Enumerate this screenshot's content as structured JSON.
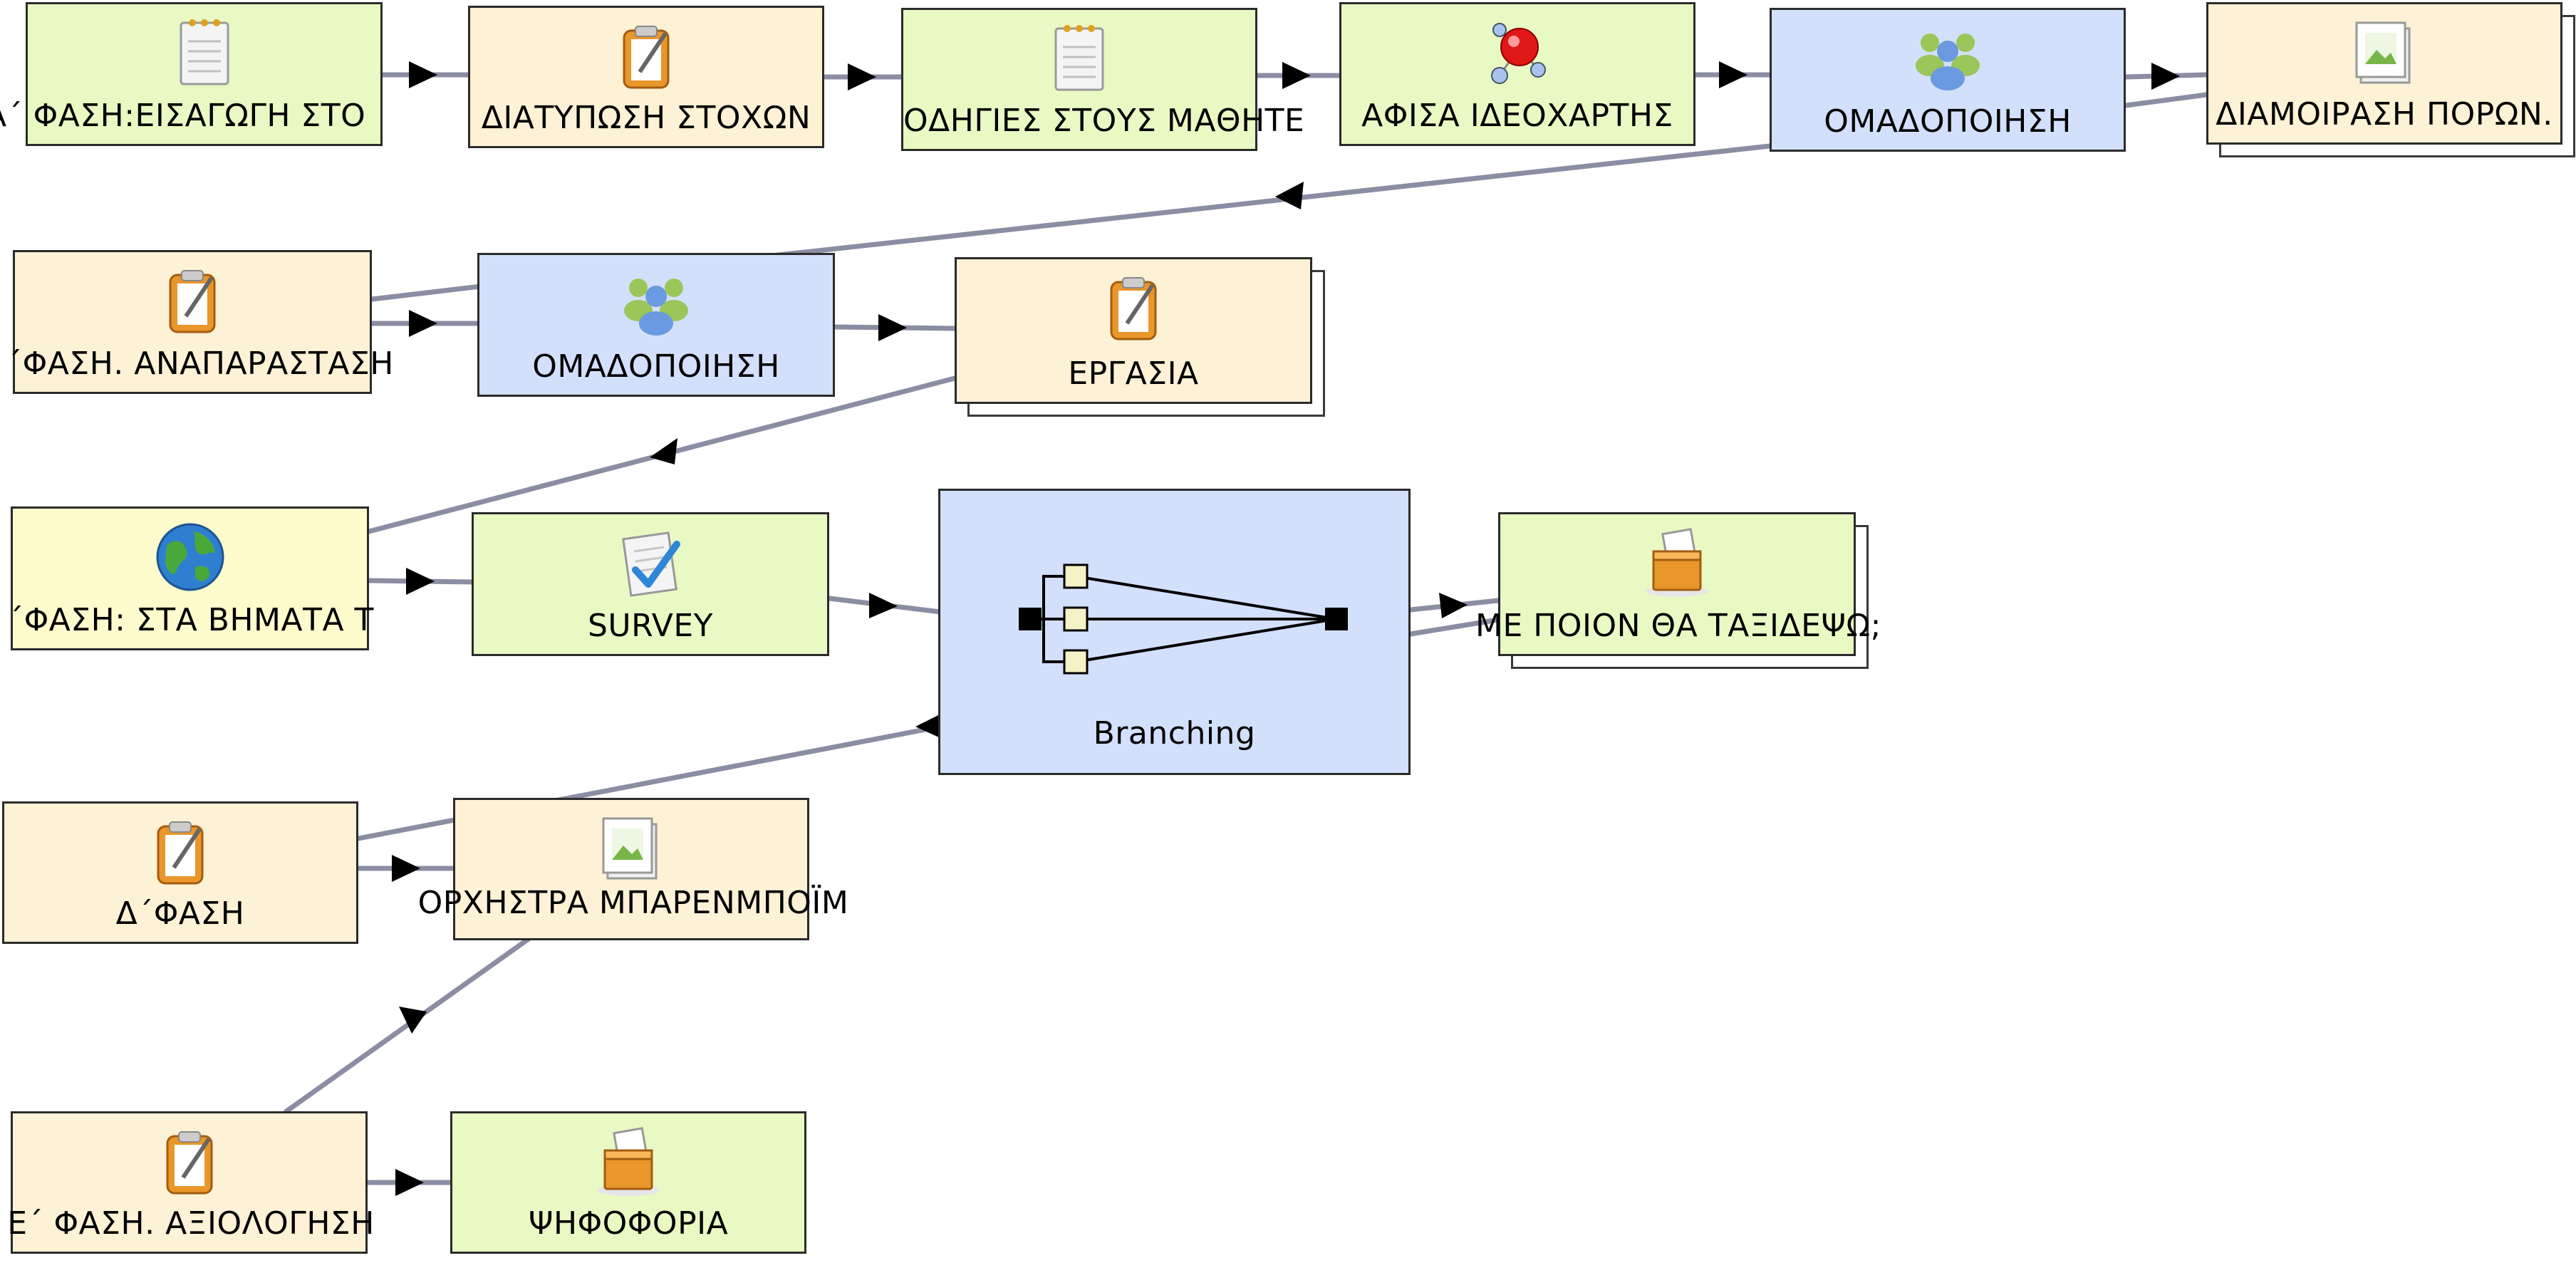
{
  "diagram": {
    "colors": {
      "learning": "#e9f9c3",
      "gate": "#fdf1d6",
      "grouping": "#d3e0fb",
      "external": "#fefccd",
      "connector": "#8b8da3",
      "arrow": "#000000"
    },
    "nodes": {
      "n1": {
        "label": "Α΄ ΦΑΣΗ:ΕΙΣΑΓΩΓΗ ΣΤΟ",
        "icon": "notepad-icon"
      },
      "n2": {
        "label": "ΔΙΑΤΥΠΩΣΗ ΣΤΟΧΩΝ",
        "icon": "clipboard-pencil-icon"
      },
      "n3": {
        "label": "ΟΔΗΓΙΕΣ ΣΤΟΥΣ ΜΑΘΗΤΕ",
        "icon": "notepad-icon"
      },
      "n4": {
        "label": "ΑΦΙΣΑ ΙΔΕΟΧΑΡΤΗΣ",
        "icon": "molecule-icon"
      },
      "n5": {
        "label": "ΟΜΑΔΟΠΟΙΗΣΗ",
        "icon": "group-people-icon"
      },
      "n6": {
        "label": "ΔΙΑΜΟΙΡΑΣΗ ΠΟΡΩΝ.",
        "icon": "image-file-icon"
      },
      "n7": {
        "label": "΄ΦΑΣΗ. ΑΝΑΠΑΡΑΣΤΑΣΗ",
        "icon": "clipboard-pencil-icon"
      },
      "n8": {
        "label": "ΟΜΑΔΟΠΟΙΗΣΗ",
        "icon": "group-people-icon"
      },
      "n9": {
        "label": "ΕΡΓΑΣΙΑ",
        "icon": "clipboard-pencil-icon"
      },
      "n10": {
        "label": "΄ΦΑΣΗ: ΣΤΑ ΒΗΜΑΤΑ Τ",
        "icon": "globe-icon"
      },
      "n11": {
        "label": "SURVEY",
        "icon": "checkmark-document-icon"
      },
      "n12": {
        "label": "Branching",
        "icon": "branching-icon"
      },
      "n13": {
        "label": "ΜΕ ΠΟΙΟΝ ΘΑ ΤΑΞΙΔΕΨΩ;",
        "icon": "ballot-box-icon"
      },
      "n14": {
        "label": "Δ΄ΦΑΣΗ",
        "icon": "clipboard-pencil-icon"
      },
      "n15": {
        "label": "ΟΡΧΗΣΤΡΑ ΜΠΑΡΕΝΜΠΟΪΜ",
        "icon": "image-file-icon"
      },
      "n16": {
        "label": "Ε΄ ΦΑΣΗ. ΑΞΙΟΛΟΓΗΣΗ",
        "icon": "clipboard-pencil-icon"
      },
      "n17": {
        "label": "ΨΗΦΟΦΟΡΙΑ",
        "icon": "ballot-box-icon"
      }
    }
  }
}
